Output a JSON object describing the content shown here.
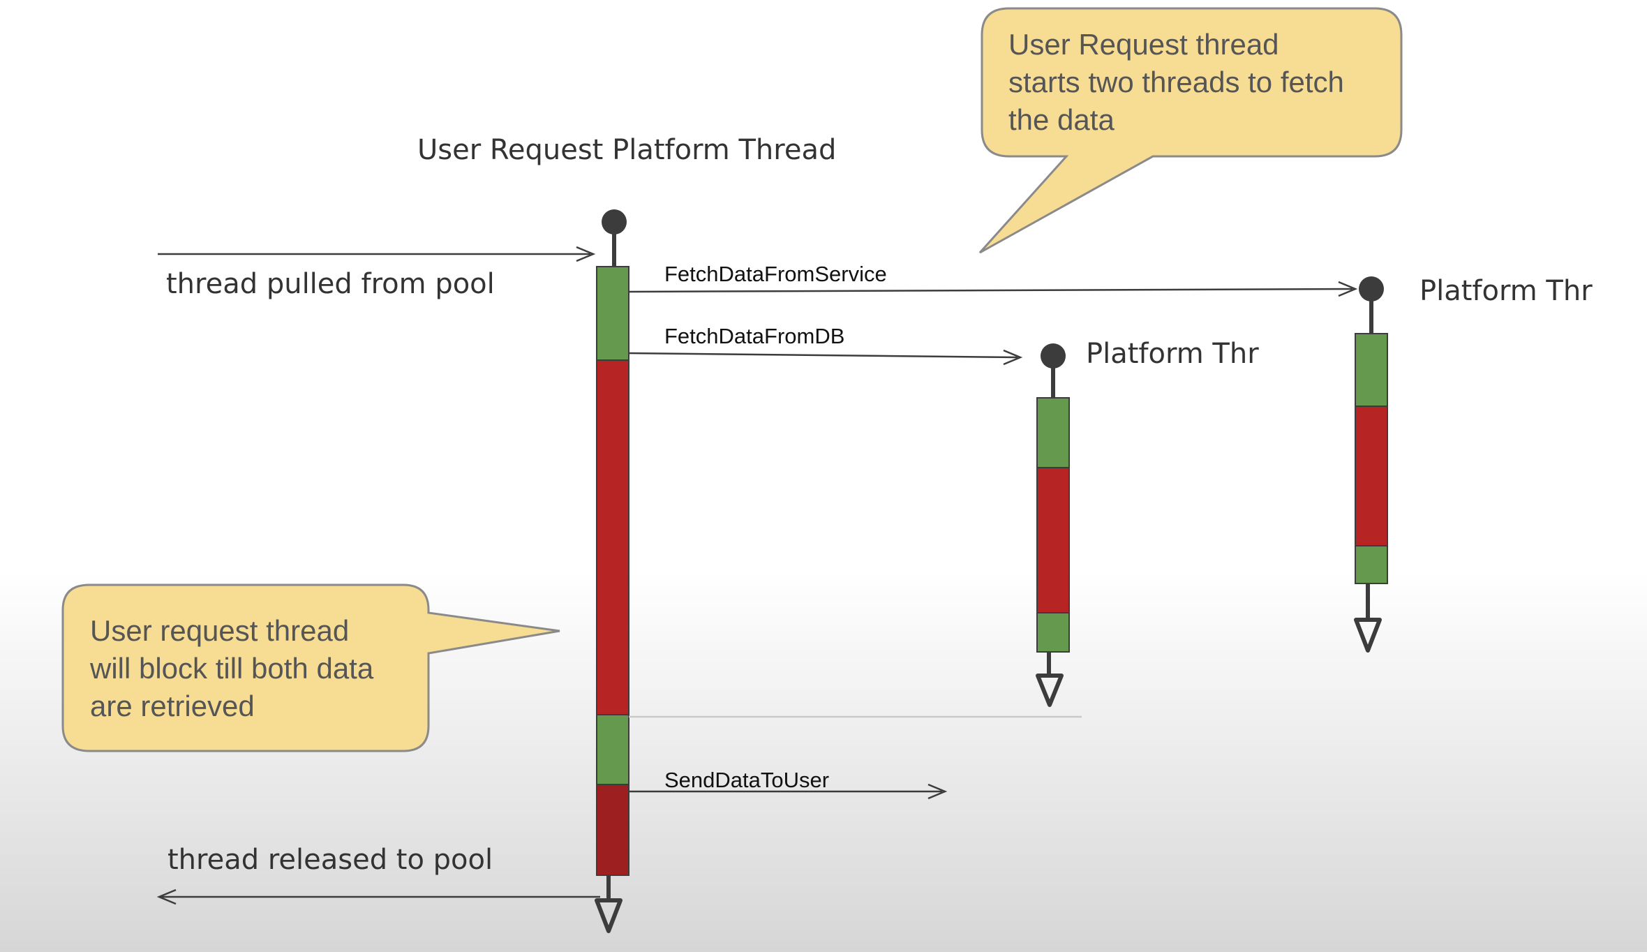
{
  "colors": {
    "active": "#65994d",
    "blocked": "#b62424",
    "blocked_dark": "#9e1f1f",
    "callout_fill": "#f7dc93",
    "callout_stroke": "#8a8a8a",
    "line": "#3c3c3c"
  },
  "main_thread": {
    "title": "User Request Platform Thread",
    "segments": [
      "active",
      "blocked",
      "active",
      "blocked-dark"
    ]
  },
  "worker_threads": [
    {
      "title": "Platform Thr",
      "segments": [
        "active",
        "blocked",
        "active"
      ]
    },
    {
      "title": "Platform Thr",
      "segments": [
        "active",
        "blocked",
        "active"
      ]
    }
  ],
  "messages": {
    "fetch_service": "FetchDataFromService",
    "fetch_db": "FetchDataFromDB",
    "send_user": "SendDataToUser"
  },
  "pool": {
    "pulled": "thread pulled from pool",
    "released": "thread released to pool"
  },
  "callouts": {
    "start_lines": [
      "User Request thread",
      "starts two threads to fetch",
      "the data"
    ],
    "block_lines": [
      "User request thread",
      "will block till both data",
      "are retrieved"
    ]
  }
}
